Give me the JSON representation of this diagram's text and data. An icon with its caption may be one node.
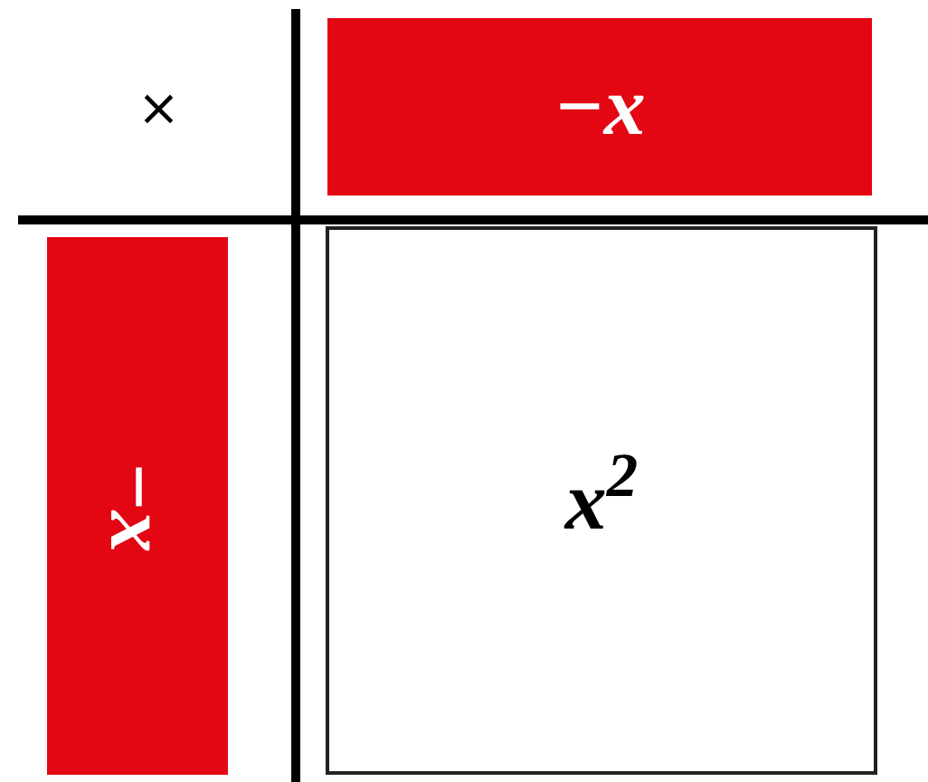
{
  "diagram": {
    "nodes": [
      {
        "text": [
          "−x"
        ]
      },
      {
        "text": [
          "−x"
        ]
      },
      {
        "text": [
          "x$^{2}$"
        ]
      }
    ],
    "labels": [
      "×"
    ]
  }
}
